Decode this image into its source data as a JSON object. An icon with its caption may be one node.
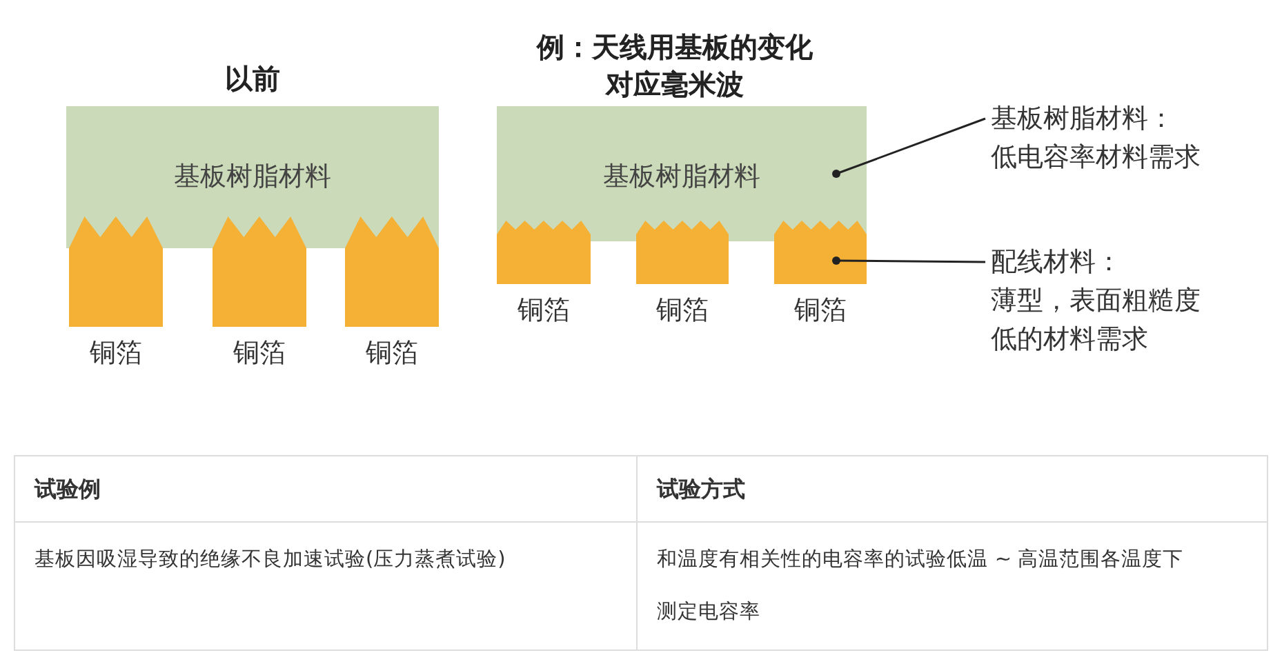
{
  "diagram": {
    "title": "例：天线用基板的变化对应毫米波",
    "nodes": [
      {
        "text": [
          "基板树脂材料"
        ]
      },
      {
        "text": [
          "铜箔"
        ]
      },
      {
        "text": [
          "铜箔"
        ]
      },
      {
        "text": [
          "铜箔"
        ]
      },
      {
        "text": [
          "基板树脂材料"
        ]
      },
      {
        "text": [
          "铜箔"
        ]
      },
      {
        "text": [
          "铜箔"
        ]
      },
      {
        "text": [
          "铜箔"
        ]
      },
      {
        "text": [
          "基板树脂材料：",
          "低电容率材料需求"
        ]
      },
      {
        "text": [
          "配线材料：",
          "薄型，表面粗糙度低的材料需求"
        ]
      }
    ],
    "edges": [
      {
        "from": 8,
        "to": 4,
        "arrow": "other"
      },
      {
        "from": 9,
        "to": 7,
        "arrow": "other"
      }
    ],
    "labels": [
      "以前",
      "试验例",
      "试验方式",
      "基板因吸湿导致的绝缘不良加速试验(压力蒸煮试验)",
      "和温度有相关性的电容率的试验低温 ~ 高温范围各温度下测定电容率"
    ]
  }
}
